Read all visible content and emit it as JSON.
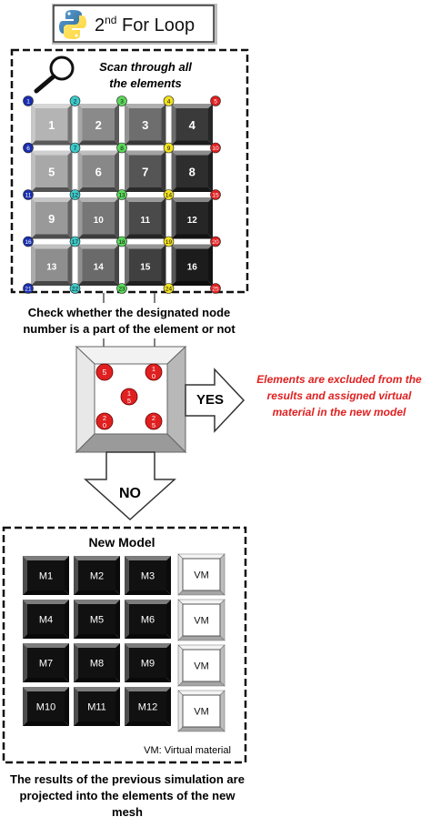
{
  "title": {
    "prefix": "2",
    "superscript": "nd",
    "suffix": " For Loop",
    "icon": "python-logo-icon"
  },
  "scan": {
    "line1": "Scan through all",
    "line2": "the elements",
    "icon": "magnifier-icon"
  },
  "elements": [
    "1",
    "2",
    "3",
    "4",
    "5",
    "6",
    "7",
    "8",
    "9",
    "10",
    "11",
    "12",
    "13",
    "14",
    "15",
    "16"
  ],
  "element_shades": [
    "#b4b4b4",
    "#8a8a8a",
    "#6e6e6e",
    "#3a3a3a",
    "#a8a8a8",
    "#888888",
    "#555555",
    "#2e2e2e",
    "#999999",
    "#777777",
    "#4a4a4a",
    "#262626",
    "#8e8e8e",
    "#6a6a6a",
    "#404040",
    "#1c1c1c"
  ],
  "nodes": [
    "1",
    "2",
    "3",
    "4",
    "5",
    "6",
    "7",
    "8",
    "9",
    "10",
    "11",
    "12",
    "13",
    "14",
    "15",
    "16",
    "17",
    "18",
    "19",
    "20",
    "21",
    "22",
    "23",
    "24",
    "25"
  ],
  "node_colors": [
    "#1a2fb0",
    "#3cc8c8",
    "#5ad85a",
    "#f0e020",
    "#e02020"
  ],
  "check": {
    "line1": "Check whether the designated node",
    "line2": "number is a part of the element or not"
  },
  "excluded_nodes": [
    {
      "top": "5",
      "bottom": ""
    },
    {
      "top": "1",
      "bottom": "0"
    },
    {
      "top": "1",
      "bottom": "5"
    },
    {
      "top": "2",
      "bottom": "0"
    },
    {
      "top": "2",
      "bottom": "5"
    }
  ],
  "yes_label": "YES",
  "no_label": "NO",
  "excluded_note": {
    "line1": "Elements are excluded from the",
    "line2": "results and assigned virtual",
    "line3": "material in the new model",
    "color": "#e02020"
  },
  "new_model": {
    "title": "New Model",
    "cells": [
      "M1",
      "M2",
      "M3",
      "M4",
      "M5",
      "M6",
      "M7",
      "M8",
      "M9",
      "M10",
      "M11",
      "M12"
    ],
    "vm": [
      "VM",
      "VM",
      "VM",
      "VM"
    ],
    "legend": "VM: Virtual material"
  },
  "result": {
    "line1": "The results of the previous simulation are",
    "line2": "projected into the elements of the new",
    "line3": "mesh"
  }
}
